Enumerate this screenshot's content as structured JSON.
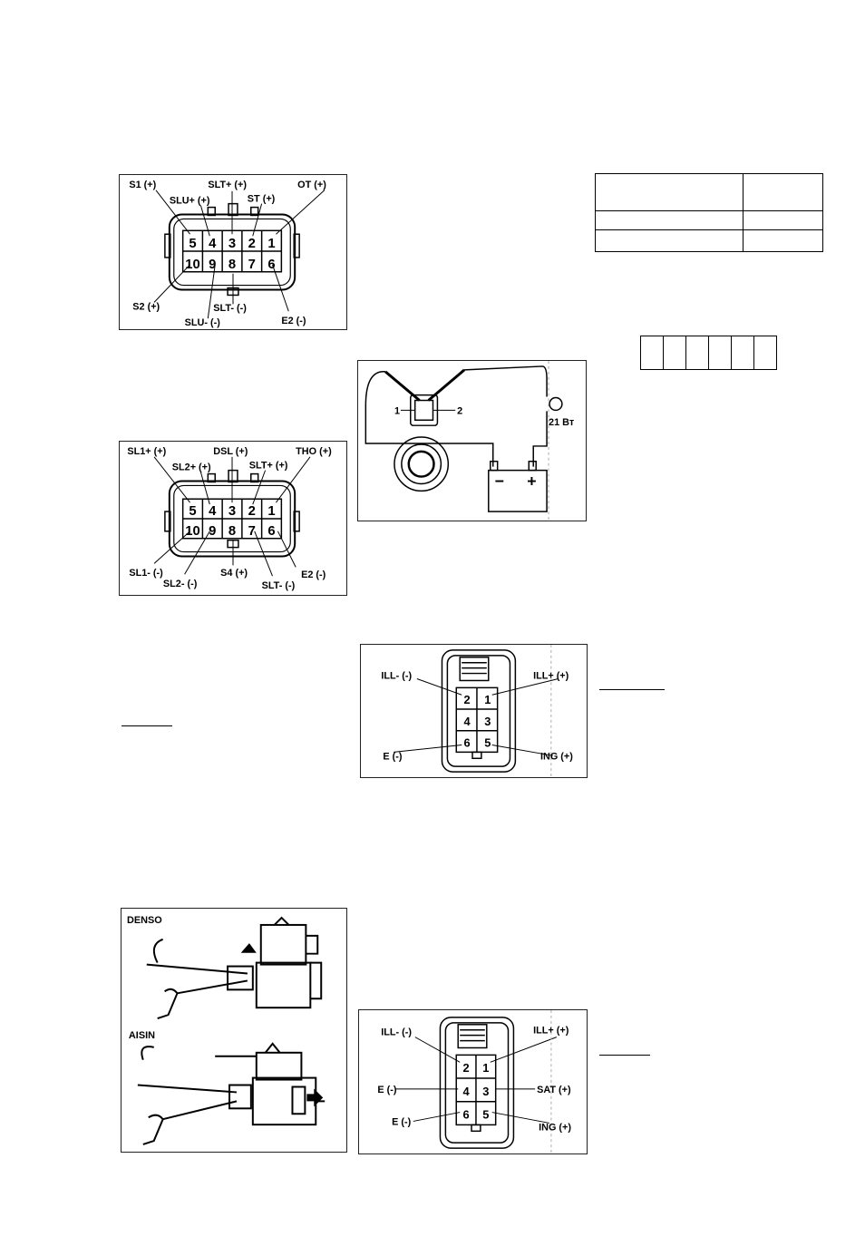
{
  "connector_a": {
    "pins_top": [
      "5",
      "4",
      "3",
      "2",
      "1"
    ],
    "pins_bottom": [
      "10",
      "9",
      "8",
      "7",
      "6"
    ],
    "labels": {
      "s1_plus": "S1 (+)",
      "slu_plus": "SLU+ (+)",
      "slt_plus": "SLT+ (+)",
      "st_plus": "ST (+)",
      "ot_plus": "OT (+)",
      "s2_plus": "S2 (+)",
      "slu_minus": "SLU- (-)",
      "slt_minus": "SLT- (-)",
      "e2_minus": "E2 (-)"
    }
  },
  "connector_b": {
    "pins_top": [
      "5",
      "4",
      "3",
      "2",
      "1"
    ],
    "pins_bottom": [
      "10",
      "9",
      "8",
      "7",
      "6"
    ],
    "labels": {
      "sl1_plus": "SL1+ (+)",
      "sl2_plus": "SL2+ (+)",
      "dsl_plus": "DSL (+)",
      "slt_plus": "SLT+ (+)",
      "tho_plus": "THO (+)",
      "sl1_minus": "SL1- (-)",
      "sl2_minus": "SL2- (-)",
      "s4_plus": "S4 (+)",
      "slt_minus": "SLT- (-)",
      "e2_minus": "E2 (-)"
    }
  },
  "bench_test": {
    "terminal_1": "1",
    "terminal_2": "2",
    "lamp_rating": "21 Вт",
    "minus": "−",
    "plus": "+"
  },
  "switch_a": {
    "pins": [
      "2",
      "1",
      "4",
      "3",
      "6",
      "5"
    ],
    "labels": {
      "ill_minus": "ILL- (-)",
      "ill_plus": "ILL+ (+)",
      "e_minus": "E (-)",
      "ing_plus": "ING (+)"
    }
  },
  "switch_b": {
    "pins": [
      "2",
      "1",
      "4",
      "3",
      "6",
      "5"
    ],
    "labels": {
      "ill_minus": "ILL- (-)",
      "ill_plus": "ILL+ (+)",
      "e_minus_1": "E (-)",
      "sat_plus": "SAT (+)",
      "e_minus_2": "E (-)",
      "ing_plus": "ING (+)"
    }
  },
  "lever_figure": {
    "maker_1": "DENSO",
    "maker_2": "AISIN"
  }
}
